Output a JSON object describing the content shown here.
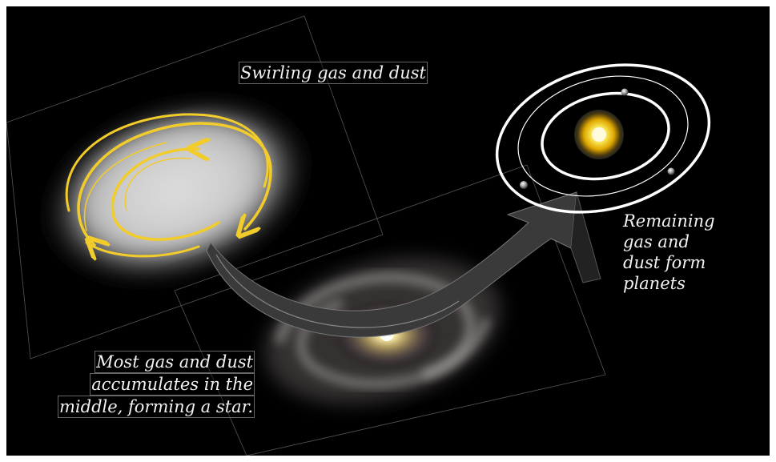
{
  "stages": {
    "swirl": {
      "caption": "Swirling gas and dust"
    },
    "star": {
      "caption_lines": [
        "Most gas and dust",
        "accumulates in the",
        "middle, forming a star."
      ]
    },
    "planets": {
      "caption_lines": [
        "Remaining",
        "gas and",
        "dust form",
        "planets"
      ]
    }
  },
  "colors": {
    "background": "#000000",
    "swirl_arrows": "#f2cc2a",
    "orbits": "#ffffff",
    "star_core": "#ffe34a",
    "flow_arrow": "#444444"
  }
}
